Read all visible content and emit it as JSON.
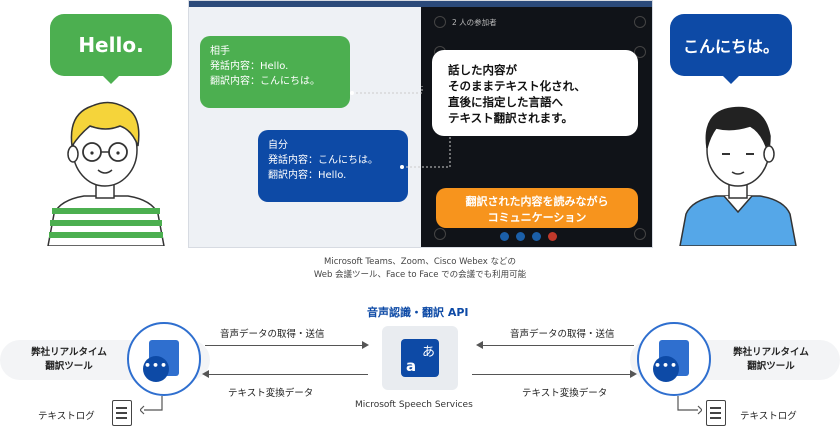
{
  "left_person": {
    "bubble": "Hello."
  },
  "right_person": {
    "bubble": "こんにちは。"
  },
  "meeting": {
    "participants": "2 人の参加者",
    "partner": {
      "name": "相手",
      "spoken": "発話内容：Hello.",
      "translated": "翻訳内容：こんにちは。"
    },
    "self": {
      "name": "自分",
      "spoken": "発話内容：こんにちは。",
      "translated": "翻訳内容：Hello."
    },
    "callout": [
      "話した内容が",
      "そのままテキスト化され、",
      "直後に指定した言語へ",
      "テキスト翻訳されます。"
    ],
    "orange": [
      "翻訳された内容を読みながら",
      "コミュニケーション"
    ]
  },
  "caption": [
    "Microsoft Teams、Zoom、Cisco Webex などの",
    "Web 会議ツール、Face to Face での会議でも利用可能"
  ],
  "flow": {
    "api_title": "音声認識・翻訳 API",
    "api_name": "Microsoft Speech Services",
    "left_tool": [
      "弊社リアルタイム",
      "翻訳ツール"
    ],
    "right_tool": [
      "弊社リアルタイム",
      "翻訳ツール"
    ],
    "send_label_left": "音声データの取得・送信",
    "send_label_right": "音声データの取得・送信",
    "return_label_left": "テキスト変換データ",
    "return_label_right": "テキスト変換データ",
    "log_left": "テキストログ",
    "log_right": "テキストログ",
    "tool_icon_text": "•••",
    "api_icon_glyph_a": "あ",
    "api_icon_glyph_b": "a"
  },
  "colors": {
    "green": "#4caf50",
    "blue": "#0d4aa6",
    "orange": "#f7941d",
    "dark": "#101318"
  }
}
